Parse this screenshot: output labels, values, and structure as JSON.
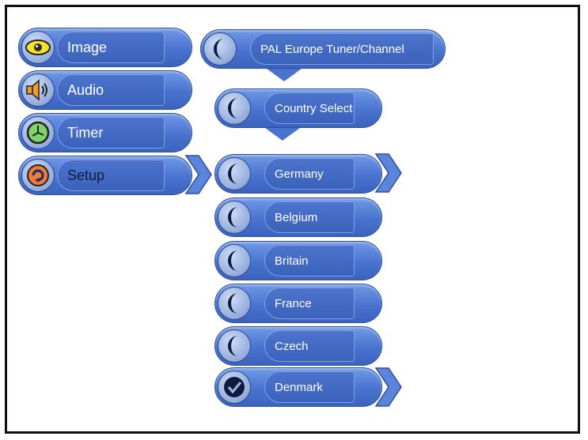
{
  "main_menu": {
    "items": [
      {
        "label": "Image",
        "icon": "eye-icon"
      },
      {
        "label": "Audio",
        "icon": "speaker-icon"
      },
      {
        "label": "Timer",
        "icon": "clock-icon"
      },
      {
        "label": "Setup",
        "icon": "setup-icon"
      }
    ],
    "selected": "Setup"
  },
  "tuner": {
    "label": "PAL Europe Tuner/Channel",
    "icon": "crescent-icon"
  },
  "country_select": {
    "label": "Country Select",
    "icon": "crescent-icon"
  },
  "countries": [
    {
      "label": "Germany",
      "icon": "crescent-icon",
      "highlighted": true
    },
    {
      "label": "Belgium",
      "icon": "crescent-icon"
    },
    {
      "label": "Britain",
      "icon": "crescent-icon"
    },
    {
      "label": "France",
      "icon": "crescent-icon"
    },
    {
      "label": "Czech",
      "icon": "crescent-icon"
    },
    {
      "label": "Denmark",
      "icon": "checkmark-icon",
      "checked": true
    }
  ],
  "colors": {
    "pill_blue": "#4a73cf",
    "border": "#111111"
  }
}
